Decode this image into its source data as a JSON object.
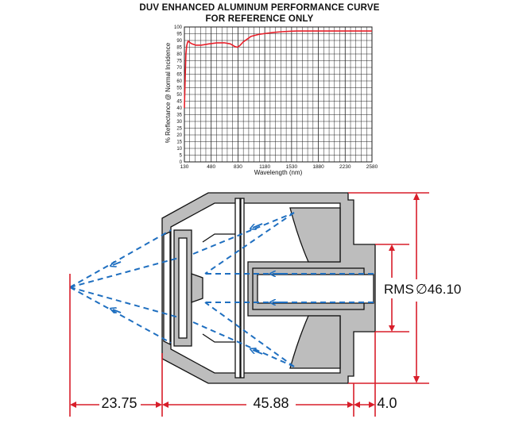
{
  "chart": {
    "title_line1": "DUV ENHANCED ALUMINUM PERFORMANCE CURVE",
    "title_line2": "FOR REFERENCE ONLY"
  },
  "chart_data": {
    "type": "line",
    "title": "DUV ENHANCED ALUMINUM PERFORMANCE CURVE",
    "subtitle": "FOR REFERENCE ONLY",
    "xlabel": "Wavelength (nm)",
    "ylabel": "% Reflectance @ Normal Incidence",
    "xlim": [
      130,
      2580
    ],
    "ylim": [
      0,
      100
    ],
    "x_ticks": [
      130,
      480,
      830,
      1180,
      1530,
      1880,
      2230,
      2580
    ],
    "y_ticks": [
      0,
      5,
      10,
      15,
      20,
      25,
      30,
      35,
      40,
      45,
      50,
      55,
      60,
      65,
      70,
      75,
      80,
      85,
      90,
      95,
      100
    ],
    "grid": true,
    "line_color": "#e8202a",
    "series": [
      {
        "name": "",
        "x": [
          130,
          140,
          150,
          160,
          170,
          180,
          200,
          230,
          280,
          350,
          450,
          550,
          650,
          730,
          790,
          820,
          850,
          900,
          950,
          1000,
          1100,
          1200,
          1300,
          1400,
          1500,
          1600,
          1800,
          2000,
          2200,
          2400,
          2580
        ],
        "y": [
          40,
          62,
          80,
          86,
          88.5,
          89.5,
          88.5,
          87.5,
          86.5,
          86.5,
          87.5,
          88.2,
          88.3,
          87.5,
          85.5,
          85,
          86,
          89,
          91,
          93,
          94.5,
          95.3,
          96,
          96.5,
          96.8,
          97,
          97,
          97,
          97,
          97,
          97
        ]
      }
    ]
  },
  "diagram": {
    "dim_rms": "RMS",
    "dim_diameter": "∅46.10",
    "dim_left": "23.75",
    "dim_middle": "45.88",
    "dim_right": "4.0",
    "colors": {
      "dimension": "#d81e2a",
      "ray": "#1f6fc0",
      "body": "#bdbdbd",
      "outline": "#111111"
    }
  }
}
